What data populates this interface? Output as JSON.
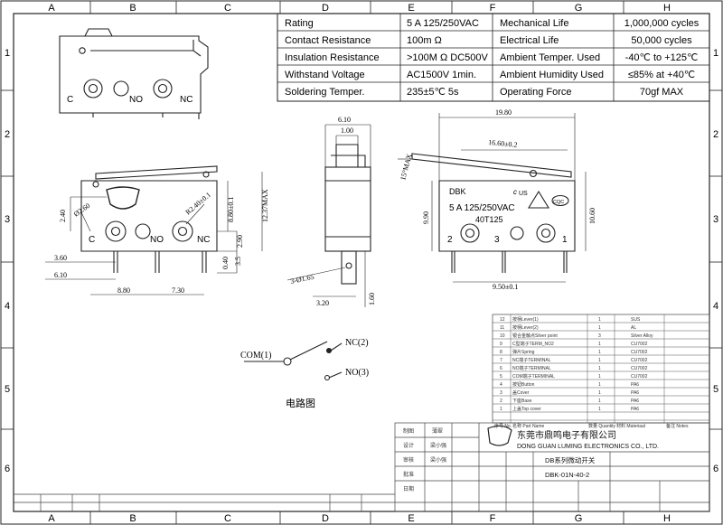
{
  "frame": {
    "col_labels": [
      "A",
      "B",
      "C",
      "D",
      "E",
      "F",
      "G",
      "H"
    ],
    "row_labels": [
      "1",
      "2",
      "3",
      "4",
      "5",
      "6"
    ]
  },
  "spec_table": [
    {
      "label": "Rating",
      "value": "5 A  125/250VAC",
      "label2": "Mechanical Life",
      "value2": "1,000,000 cycles"
    },
    {
      "label": "Contact Resistance",
      "value": "100m Ω",
      "label2": "Electrical Life",
      "value2": "50,000 cycles"
    },
    {
      "label": "Insulation Resistance",
      "value": ">100M Ω  DC500V",
      "label2": "Ambient Temper. Used",
      "value2": "-40℃ to +125℃"
    },
    {
      "label": "Withstand Voltage",
      "value": "AC1500V  1min.",
      "label2": "Ambient Humidity Used",
      "value2": "≤85% at +40℃"
    },
    {
      "label": "Soldering Temper.",
      "value": "235±5℃ 5s",
      "label2": "Operating Force",
      "value2": "70gf  MAX"
    }
  ],
  "top_view": {
    "terminals": [
      "C",
      "NO",
      "NC"
    ]
  },
  "front_view": {
    "terminals": [
      "C",
      "NO",
      "NC"
    ],
    "dims": {
      "d_2_40": "2.40",
      "d_2_60": "Ø2.60",
      "d_r2_40": "R2.40±0.1",
      "d_8_8": "8.80±0.1",
      "d_12_37": "12.37MAX",
      "d_3_60": "3.60",
      "d_6_10": "6.10",
      "d_8_80": "8.80",
      "d_7_30": "7.30",
      "d_2_90": "2.90",
      "d_3_5": "3.5",
      "d_0_40": "0.40"
    }
  },
  "side_view": {
    "dims": {
      "d_6_10": "6.10",
      "d_1_00": "1.00",
      "d_3_165": "3-Ø1.65",
      "d_3_20": "3.20",
      "d_1_60": "1.60"
    }
  },
  "right_view": {
    "brand": "DBK",
    "rating": "5 A  125/250VAC",
    "code": "40T125",
    "marks": [
      "c",
      "US",
      "CQC"
    ],
    "pins": [
      "2",
      "3",
      "1"
    ],
    "dims": {
      "d_19_80": "19.80",
      "d_16_60": "16.60±0.2",
      "d_15": "15°MAX",
      "d_9_90": "9.90",
      "d_10_60": "10.60",
      "d_9_50": "9.50±0.1"
    }
  },
  "circuit": {
    "com": "COM(1)",
    "nc": "NC(2)",
    "no": "NO(3)",
    "caption": "电路图"
  },
  "parts_table": {
    "rows": [
      {
        "no": "12",
        "name": "按柄Lever(1)",
        "qty": "1",
        "mat": "SUS"
      },
      {
        "no": "11",
        "name": "按柄Lever(2)",
        "qty": "1",
        "mat": "AL"
      },
      {
        "no": "10",
        "name": "银合金触点Silver point",
        "qty": "3",
        "mat": "Silver Alloy"
      },
      {
        "no": "9",
        "name": "C型端子TERM_NO2",
        "qty": "1",
        "mat": "CU7002"
      },
      {
        "no": "8",
        "name": "弹片Spring",
        "qty": "1",
        "mat": "CU7002"
      },
      {
        "no": "7",
        "name": "NC端子TERMINAL",
        "qty": "1",
        "mat": "CU7002"
      },
      {
        "no": "6",
        "name": "NO端子TERMINAL",
        "qty": "1",
        "mat": "CU7002"
      },
      {
        "no": "5",
        "name": "COM端子TERMINAL",
        "qty": "1",
        "mat": "CU7002"
      },
      {
        "no": "4",
        "name": "按钮Button",
        "qty": "1",
        "mat": "PA6"
      },
      {
        "no": "3",
        "name": "盖Cover",
        "qty": "1",
        "mat": "PA6"
      },
      {
        "no": "2",
        "name": "下座Base",
        "qty": "1",
        "mat": "PA6"
      },
      {
        "no": "1",
        "name": "上盖Top cover",
        "qty": "1",
        "mat": "PA6"
      }
    ],
    "header": {
      "no": "序号 No.",
      "name": "名称 Part Name",
      "qty": "数量 Quantity",
      "mat": "材料 Materiaal",
      "note": "备注 Notes"
    }
  },
  "title_block": {
    "company_cn": "东莞市鼎鸣电子有限公司",
    "company_en": "DONG GUAN LUMING ELECTRONICS CO., LTD.",
    "product": "DB系列微动开关",
    "part_no": "DBK-01N-40-2",
    "left_labels": [
      "制图",
      "设计",
      "审核",
      "批准",
      "日期"
    ],
    "left_values": [
      "薄翠",
      "梁小强",
      "梁小强",
      "",
      ""
    ]
  }
}
